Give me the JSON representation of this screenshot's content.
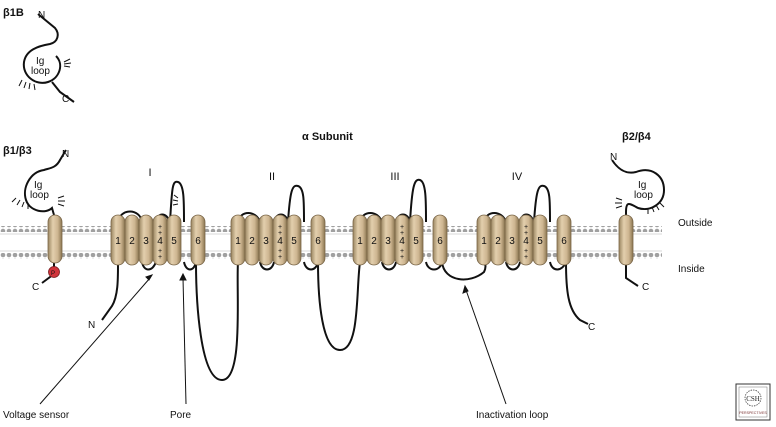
{
  "labels": {
    "b1b": "β1B",
    "b1b3": "β1/β3",
    "alpha": "α Subunit",
    "b2b4": "β2/β4",
    "outside": "Outside",
    "inside": "Inside",
    "voltage_sensor": "Voltage sensor",
    "pore": "Pore",
    "inactivation_loop": "Inactivation loop",
    "ig": "Ig",
    "loop": "loop",
    "n": "N",
    "c": "C",
    "phospho": "P"
  },
  "domains": [
    "I",
    "II",
    "III",
    "IV"
  ],
  "helices": [
    "1",
    "2",
    "3",
    "4",
    "5",
    "6"
  ],
  "logo": {
    "text": "CSH PERSPECTIVES"
  },
  "colors": {
    "helix": "#cdb590",
    "helix_dark": "#9a8560",
    "phospho": "#d0343b",
    "membrane": "#9a9a9a"
  }
}
